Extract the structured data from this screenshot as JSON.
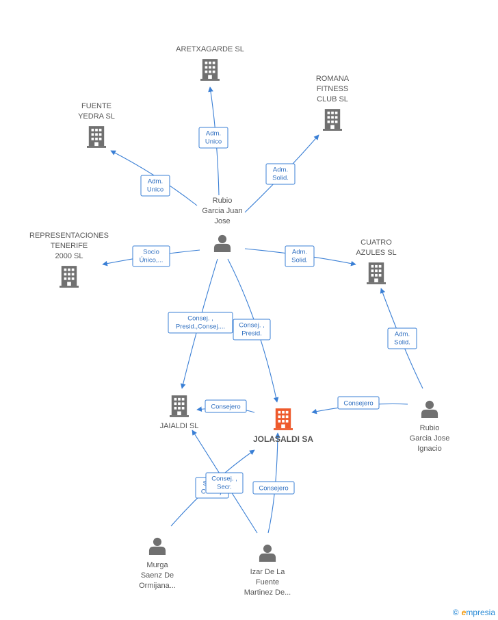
{
  "colors": {
    "edge": "#3a7fd5",
    "label_text": "#2f6fc0",
    "company_icon": "#707070",
    "main_company_icon": "#ee5a2c",
    "person_icon": "#707070"
  },
  "nodes": [
    {
      "id": "aretxagarde",
      "kind": "company",
      "icon": "building-icon",
      "lines": [
        "ARETXAGARDE SL"
      ]
    },
    {
      "id": "romana",
      "kind": "company",
      "icon": "building-icon",
      "lines": [
        "ROMANA",
        "FITNESS",
        "CLUB SL"
      ]
    },
    {
      "id": "fuente",
      "kind": "company",
      "icon": "building-icon",
      "lines": [
        "FUENTE",
        "YEDRA SL"
      ]
    },
    {
      "id": "representaciones",
      "kind": "company",
      "icon": "building-icon",
      "lines": [
        "REPRESENTACIONES",
        "TENERIFE",
        "2000 SL"
      ]
    },
    {
      "id": "cuatro",
      "kind": "company",
      "icon": "building-icon",
      "lines": [
        "CUATRO",
        "AZULES SL"
      ]
    },
    {
      "id": "jaialdi",
      "kind": "company",
      "icon": "building-icon",
      "lines": [
        "JAIALDI SL"
      ]
    },
    {
      "id": "jolasaldi",
      "kind": "main-company",
      "icon": "building-icon",
      "lines": [
        "JOLASALDI SA"
      ]
    },
    {
      "id": "rubio_juan",
      "kind": "person",
      "icon": "person-icon",
      "lines": [
        "Rubio",
        "Garcia Juan",
        "Jose"
      ]
    },
    {
      "id": "rubio_ignacio",
      "kind": "person",
      "icon": "person-icon",
      "lines": [
        "Rubio",
        "Garcia Jose",
        "Ignacio"
      ]
    },
    {
      "id": "murga",
      "kind": "person",
      "icon": "person-icon",
      "lines": [
        "Murga",
        "Saenz De",
        "Ormijana..."
      ]
    },
    {
      "id": "izar",
      "kind": "person",
      "icon": "person-icon",
      "lines": [
        "Izar De La",
        "Fuente",
        "Martinez De..."
      ]
    }
  ],
  "edges": [
    {
      "from": "rubio_juan",
      "to": "aretxagarde",
      "label": [
        "Adm.",
        "Unico"
      ]
    },
    {
      "from": "rubio_juan",
      "to": "fuente",
      "label": [
        "Adm.",
        "Unico"
      ]
    },
    {
      "from": "rubio_juan",
      "to": "romana",
      "label": [
        "Adm.",
        "Solid."
      ]
    },
    {
      "from": "rubio_juan",
      "to": "representaciones",
      "label": [
        "Socio",
        "Único,..."
      ]
    },
    {
      "from": "rubio_juan",
      "to": "cuatro",
      "label": [
        "Adm.",
        "Solid."
      ]
    },
    {
      "from": "rubio_juan",
      "to": "jaialdi",
      "label": [
        "Consej. ,",
        "Presid.,Consej...."
      ]
    },
    {
      "from": "rubio_juan",
      "to": "jolasaldi",
      "label": [
        "Consej. ,",
        "Presid."
      ]
    },
    {
      "from": "rubio_ignacio",
      "to": "cuatro",
      "label": [
        "Adm.",
        "Solid."
      ]
    },
    {
      "from": "rubio_ignacio",
      "to": "jolasaldi",
      "label": [
        "Consejero"
      ]
    },
    {
      "from": "rubio_ignacio",
      "to": "jaialdi",
      "label": [
        "Consejero"
      ]
    },
    {
      "from": "murga",
      "to": "jolasaldi",
      "label": [
        "Secr. ,",
        "Consej."
      ]
    },
    {
      "from": "izar",
      "to": "jaialdi",
      "label": [
        "Consej. ,",
        "Secr."
      ]
    },
    {
      "from": "izar",
      "to": "jolasaldi",
      "label": [
        "Consejero"
      ]
    }
  ],
  "brand": {
    "copyright": "©",
    "name_first": "e",
    "name_rest": "mpresia"
  }
}
